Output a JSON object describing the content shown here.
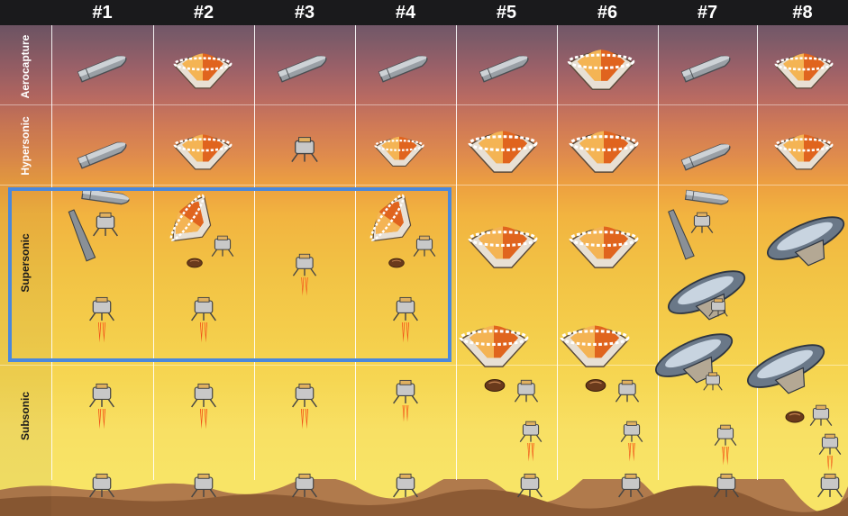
{
  "columns": [
    "#1",
    "#2",
    "#3",
    "#4",
    "#5",
    "#6",
    "#7",
    "#8"
  ],
  "phases": {
    "aerocapture": "Aerocapture",
    "hypersonic": "Hypersonic",
    "supersonic": "Supersonic",
    "subsonic": "Subsonic"
  },
  "colors": {
    "highlight_border": "#4a88dc",
    "header_bg": "#1a1a1c",
    "header_text": "#ffffff",
    "sky_top": "#5e4e66",
    "sky_mid": "#eda040",
    "sky_bottom": "#f8e466",
    "ground": "#b07a4c"
  },
  "icons": [
    "slender-body-icon",
    "rigid-aeroshell-icon",
    "lander-icon",
    "inflatable-decelerator-icon",
    "parachute-icon",
    "heat-shield-icon",
    "retro-rocket-flame-icon"
  ]
}
